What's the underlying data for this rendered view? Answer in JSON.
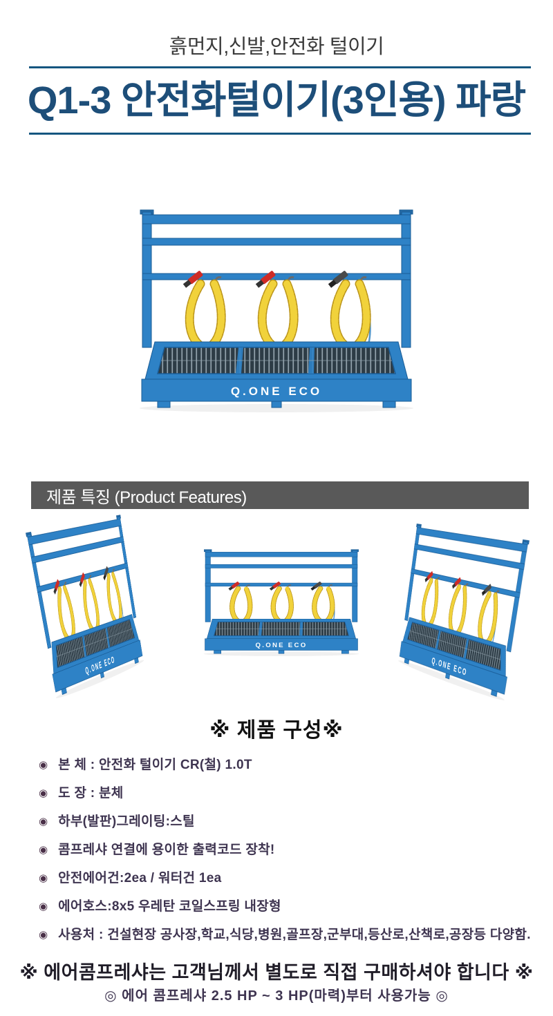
{
  "header": {
    "subtitle": "흙먼지,신발,안전화 털이기",
    "title": "Q1-3 안전화털이기(3인용) 파랑"
  },
  "features": {
    "banner_label": "제품 특징 (Product Features)"
  },
  "product": {
    "brand_label": "Q.ONE ECO",
    "views": [
      "left-angle",
      "front",
      "right-angle"
    ]
  },
  "composition": {
    "heading": "※ 제품 구성※",
    "bullet_glyph": "◉",
    "items": [
      "본 체 : 안전화 털이기 CR(철) 1.0T",
      "도 장 : 분체",
      "하부(발판)그레이팅:스틸",
      "콤프레샤 연결에 용이한 출력코드 장착!",
      "안전에어건:2ea / 워터건 1ea",
      "에어호스:8x5 우레탄 코일스프링 내장형",
      "사용처 : 건설현장 공사장,학교,식당,병원,골프장,군부대,등산로,산책로,공장등 다양함."
    ],
    "notice": "※ 에어콤프레샤는 고객님께서 별도로 직접 구매하셔야 합니다 ※",
    "notice_sub": "◎ 에어 콤프레샤 2.5 HP ~ 3 HP(마력)부터 사용가능 ◎"
  },
  "colors": {
    "title_navy": "#1d4e79",
    "rule_blue": "#15567f",
    "banner_gray": "#595959",
    "product_blue": "#2e82c6",
    "hose_yellow": "#f1d23b",
    "list_text": "#3e3450"
  }
}
